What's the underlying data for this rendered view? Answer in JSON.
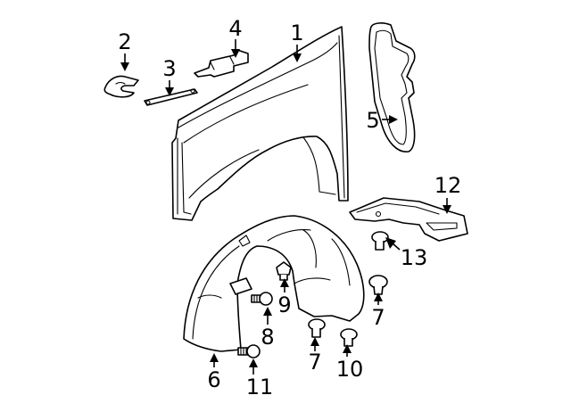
{
  "diagram": {
    "callouts": [
      {
        "id": "c1",
        "text": "1"
      },
      {
        "id": "c2",
        "text": "2"
      },
      {
        "id": "c3",
        "text": "3"
      },
      {
        "id": "c4",
        "text": "4"
      },
      {
        "id": "c5",
        "text": "5"
      },
      {
        "id": "c6",
        "text": "6"
      },
      {
        "id": "c7a",
        "text": "7"
      },
      {
        "id": "c7b",
        "text": "7"
      },
      {
        "id": "c8",
        "text": "8"
      },
      {
        "id": "c9",
        "text": "9"
      },
      {
        "id": "c10",
        "text": "10"
      },
      {
        "id": "c11",
        "text": "11"
      },
      {
        "id": "c12",
        "text": "12"
      },
      {
        "id": "c13",
        "text": "13"
      }
    ]
  }
}
